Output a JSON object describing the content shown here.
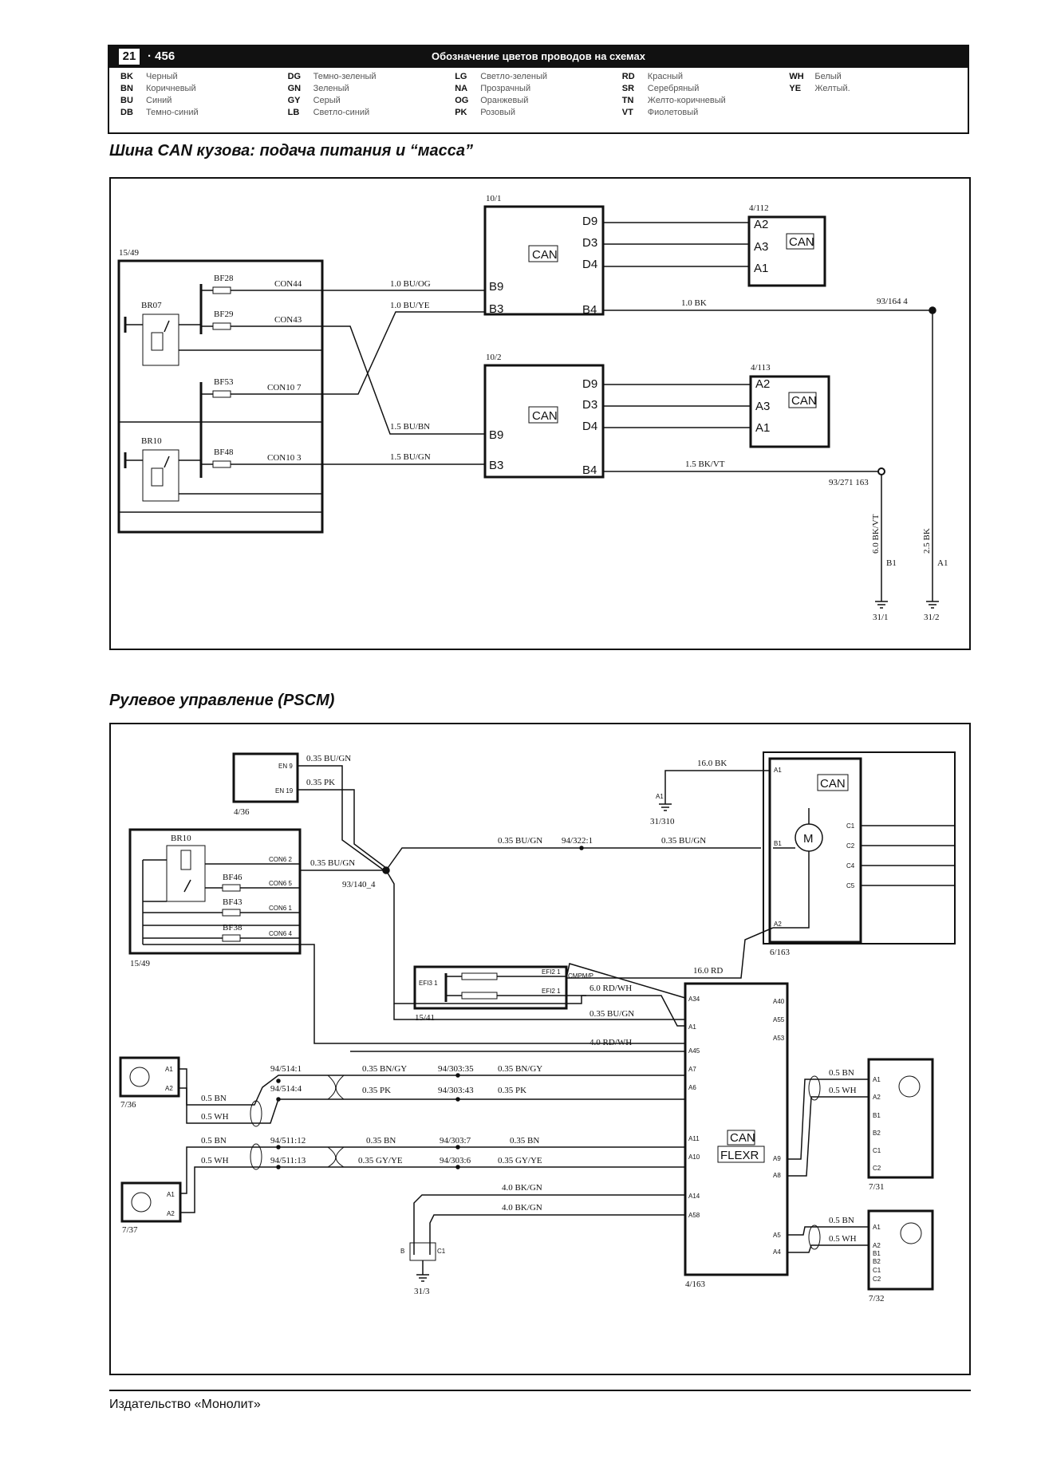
{
  "header": {
    "chapter": "21",
    "page": "456",
    "title": "Обозначение цветов проводов на схемах"
  },
  "legend": [
    {
      "code": "BK",
      "name": "Черный"
    },
    {
      "code": "BN",
      "name": "Коричневый"
    },
    {
      "code": "BU",
      "name": "Синий"
    },
    {
      "code": "DB",
      "name": "Темно-синий"
    },
    {
      "code": "DG",
      "name": "Темно-зеленый"
    },
    {
      "code": "GN",
      "name": "Зеленый"
    },
    {
      "code": "GY",
      "name": "Серый"
    },
    {
      "code": "LB",
      "name": "Светло-синий"
    },
    {
      "code": "LG",
      "name": "Светло-зеленый"
    },
    {
      "code": "NA",
      "name": "Прозрачный"
    },
    {
      "code": "OG",
      "name": "Оранжевый"
    },
    {
      "code": "PK",
      "name": "Розовый"
    },
    {
      "code": "RD",
      "name": "Красный"
    },
    {
      "code": "SR",
      "name": "Серебряный"
    },
    {
      "code": "TN",
      "name": "Желто-коричневый"
    },
    {
      "code": "VT",
      "name": "Фиолетовый"
    },
    {
      "code": "WH",
      "name": "Белый"
    },
    {
      "code": "YE",
      "name": "Желтый."
    }
  ],
  "section1": {
    "title": "Шина CAN кузова: подача питания и “масса”",
    "labels": {
      "m1549": "15/49",
      "br07": "BR07",
      "br10": "BR10",
      "bf28": "BF28",
      "bf29": "BF29",
      "bf53": "BF53",
      "bf48": "BF48",
      "con44": "CON44",
      "con43": "CON43",
      "con10_7": "CON10 7",
      "con10_3": "CON10 3",
      "m101": "10/1",
      "m102": "10/2",
      "m4112": "4/112",
      "m4113": "4/113",
      "can": "CAN",
      "d9": "D9",
      "d3": "D3",
      "d4": "D4",
      "b9": "B9",
      "b3": "B3",
      "b4": "B4",
      "a2": "A2",
      "a3": "A3",
      "a1": "A1",
      "w1": "1.0 BU/OG",
      "w2": "1.0 BU/YE",
      "w3": "1.5 BU/BN",
      "w4": "1.5 BU/GN",
      "w5": "1.0 BK",
      "w6": "1.5 BK/VT",
      "w7": "6.0 BK/VT",
      "w8": "2.5 BK",
      "j1": "93/164  4",
      "j2": "93/271  163",
      "g1": "31/1",
      "g2": "31/2",
      "b1": "B1",
      "a1r": "A1"
    }
  },
  "section2": {
    "title": "Рулевое управление (PSCM)",
    "labels": {
      "m436": "4/36",
      "en9": "EN 9",
      "en19": "EN 19",
      "w1": "0.35 BU/GN",
      "w2": "0.35 PK",
      "w3": "0.35 BU/GN",
      "w4": "0.35 BU/GN",
      "w5": "0.35 BU/GN",
      "j1": "93/140_4",
      "j2": "94/322:1",
      "m1549": "15/49",
      "br10": "BR10",
      "bf46": "BF46",
      "bf43": "BF43",
      "bf38": "BF38",
      "con6_2": "CON6  2",
      "con6_5": "CON6  5",
      "con6_1": "CON6  1",
      "con6_4": "CON6  4",
      "g310": "31/310",
      "a1": "A1",
      "w16bk": "16.0 BK",
      "w16rd": "16.0 RD",
      "m6163": "6/163",
      "motor": "M",
      "can": "CAN",
      "b1": "B1",
      "a2": "A2",
      "c1": "C1",
      "c2": "C2",
      "c4": "C4",
      "c5": "C5",
      "m1541": "15/41",
      "efi3": "EFI3  1",
      "efi2": "EFI2  1",
      "efi1": "EFI2  1",
      "cmpm": "CMPM/P",
      "w6": "6.0 RD/WH",
      "w7": "0.35 BU/GN",
      "w8": "4.0 RD/WH",
      "m736": "7/36",
      "m737": "7/37",
      "m731": "7/31",
      "m732": "7/32",
      "j514_1": "94/514:1",
      "j514_4": "94/514:4",
      "j511_12": "94/511:12",
      "j511_13": "94/511:13",
      "j303_35": "94/303:35",
      "j303_43": "94/303:43",
      "j303_7": "94/303:7",
      "j303_6": "94/303:6",
      "bngy": "0.35 BN/GY",
      "pk": "0.35 PK",
      "bn": "0.35 BN",
      "gyye": "0.35 GY/YE",
      "bn05": "0.5 BN",
      "wh05": "0.5 WH",
      "bkgn": "4.0 BK/GN",
      "g313": "31/3",
      "m4163": "4/163",
      "flexr": "FLEXR",
      "pa34": "A34",
      "pa1": "A1",
      "pa45": "A45",
      "pa7": "A7",
      "pa6": "A6",
      "pa11": "A11",
      "pa10": "A10",
      "pa14": "A14",
      "pa58": "A58",
      "pa40": "A40",
      "pa55": "A55",
      "pa53": "A53",
      "pa9": "A9",
      "pa8": "A8",
      "pa5": "A5",
      "pa4": "A4",
      "sa1": "A1",
      "sa2": "A2",
      "sb1": "B1",
      "sb2": "B2",
      "sc1": "C1",
      "sc2": "C2",
      "b": "B",
      "c1g": "C1"
    }
  },
  "footer": "Издательство «Монолит»"
}
